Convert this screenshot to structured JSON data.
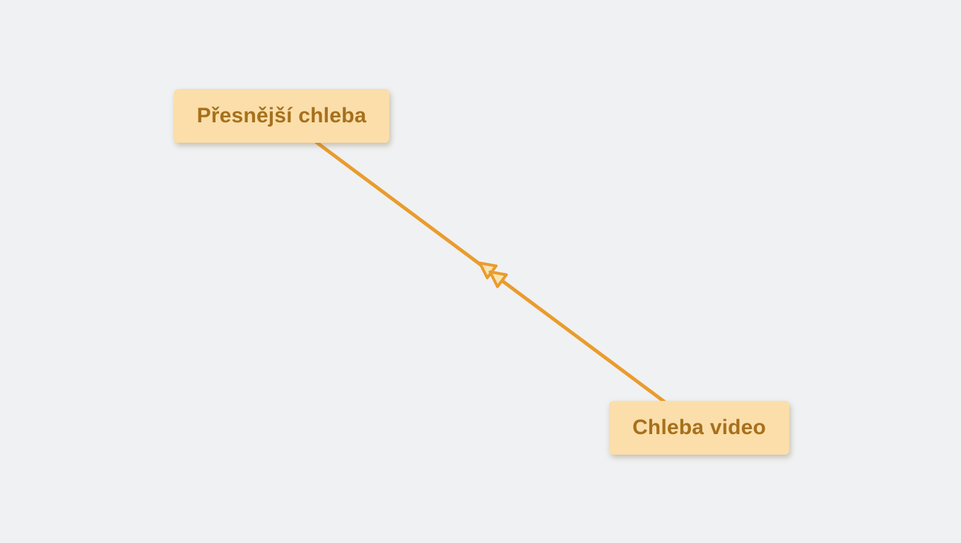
{
  "nodes": [
    {
      "id": "presnejsi-chleba",
      "label": "Přesnější chleba"
    },
    {
      "id": "chleba-video",
      "label": "Chleba video"
    }
  ],
  "edge": {
    "from": "Chleba video",
    "to": "Přesnější chleba",
    "arrow_position": "midpoint",
    "arrow_points_to": "Přesnější chleba"
  },
  "colors": {
    "background": "#f0f1f3",
    "node_fill": "#fbdeaa",
    "node_text": "#a6701c",
    "edge_stroke": "#e99c2d",
    "arrowhead_fill": "#fce3b2"
  }
}
